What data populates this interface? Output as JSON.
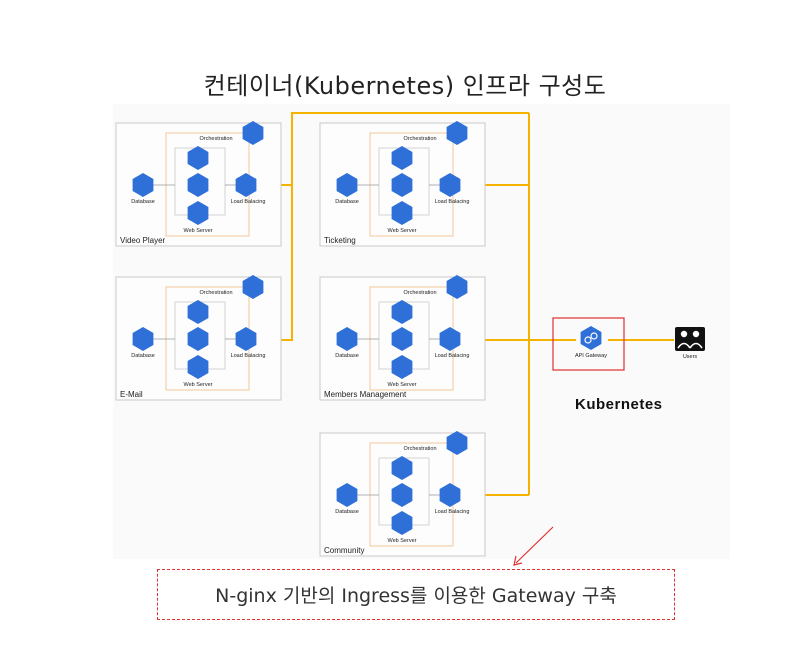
{
  "title": "컨테이너(Kubernetes) 인프라 구성도",
  "clusters": [
    {
      "name": "Video Player"
    },
    {
      "name": "Ticketing"
    },
    {
      "name": "E-Mail"
    },
    {
      "name": "Members Management"
    },
    {
      "name": "Community"
    }
  ],
  "node_labels": {
    "orchestration": "Orchestration",
    "database": "Database",
    "load_balancer": "Load Balacing",
    "web_server": "Web Server"
  },
  "gateway": {
    "label": "API Gateway"
  },
  "users": {
    "label": "Users"
  },
  "kubernetes_label": "Kubernetes",
  "note": "N-ginx 기반의  Ingress를 이용한 Gateway 구축",
  "colors": {
    "link": "#f5b301",
    "node": "#2e6fd8",
    "box_orange": "#f3c89a",
    "gateway_border": "#e03030",
    "arrow": "#e03030"
  }
}
